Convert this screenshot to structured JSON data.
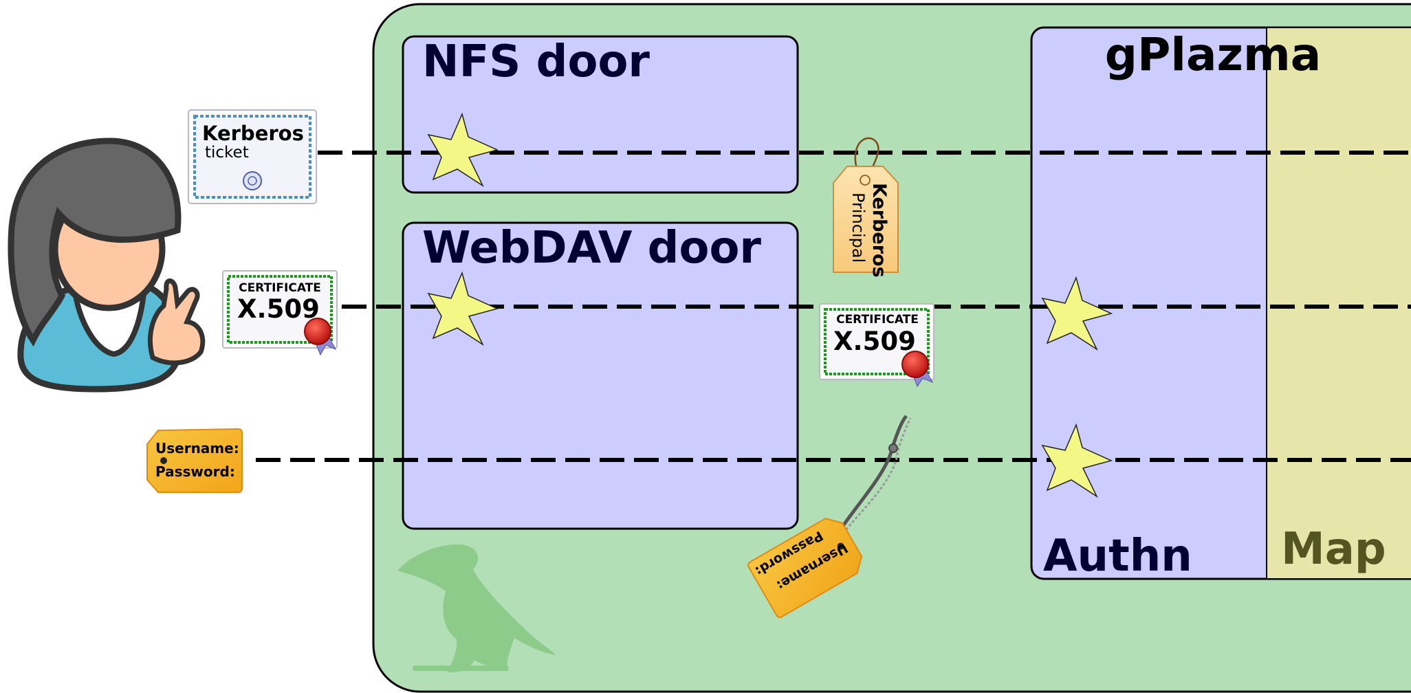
{
  "user": {
    "icon": "user-avatar-peace-sign"
  },
  "credentials": {
    "kerberos_ticket": {
      "title": "Kerberos",
      "subtitle": "ticket",
      "icon": "seal-icon"
    },
    "x509_user": {
      "header": "CERTIFICATE",
      "title": "X.509",
      "icon": "wax-seal-icon"
    },
    "login_tag": {
      "username": "Username:",
      "password": "Password:"
    }
  },
  "dcache_domain": {
    "watermark_icon": "bird-watermark-icon"
  },
  "doors": {
    "nfs": {
      "title": "NFS door"
    },
    "webdav": {
      "title": "WebDAV door"
    }
  },
  "principals": {
    "kerberos": {
      "title": "Kerberos",
      "subtitle": "Principal"
    },
    "x509": {
      "header": "CERTIFICATE",
      "title": "X.509"
    },
    "login": {
      "username": "Username:",
      "password": "Password:"
    }
  },
  "gplazma": {
    "title": "gPlazma",
    "authn_label": "Authn",
    "map_label": "Map"
  },
  "colors": {
    "domain_fill": "#b3dfb7",
    "door_fill": "#ccccff",
    "map_fill": "#e6e6aa",
    "title_text": "#000033",
    "map_text": "#555522",
    "star_fill": "#f2f785",
    "tag_orange": "#f5b324",
    "principal_tag": "#fbd696",
    "cert_border": "#1a9a1a",
    "ticket_border": "#4a90c8"
  }
}
